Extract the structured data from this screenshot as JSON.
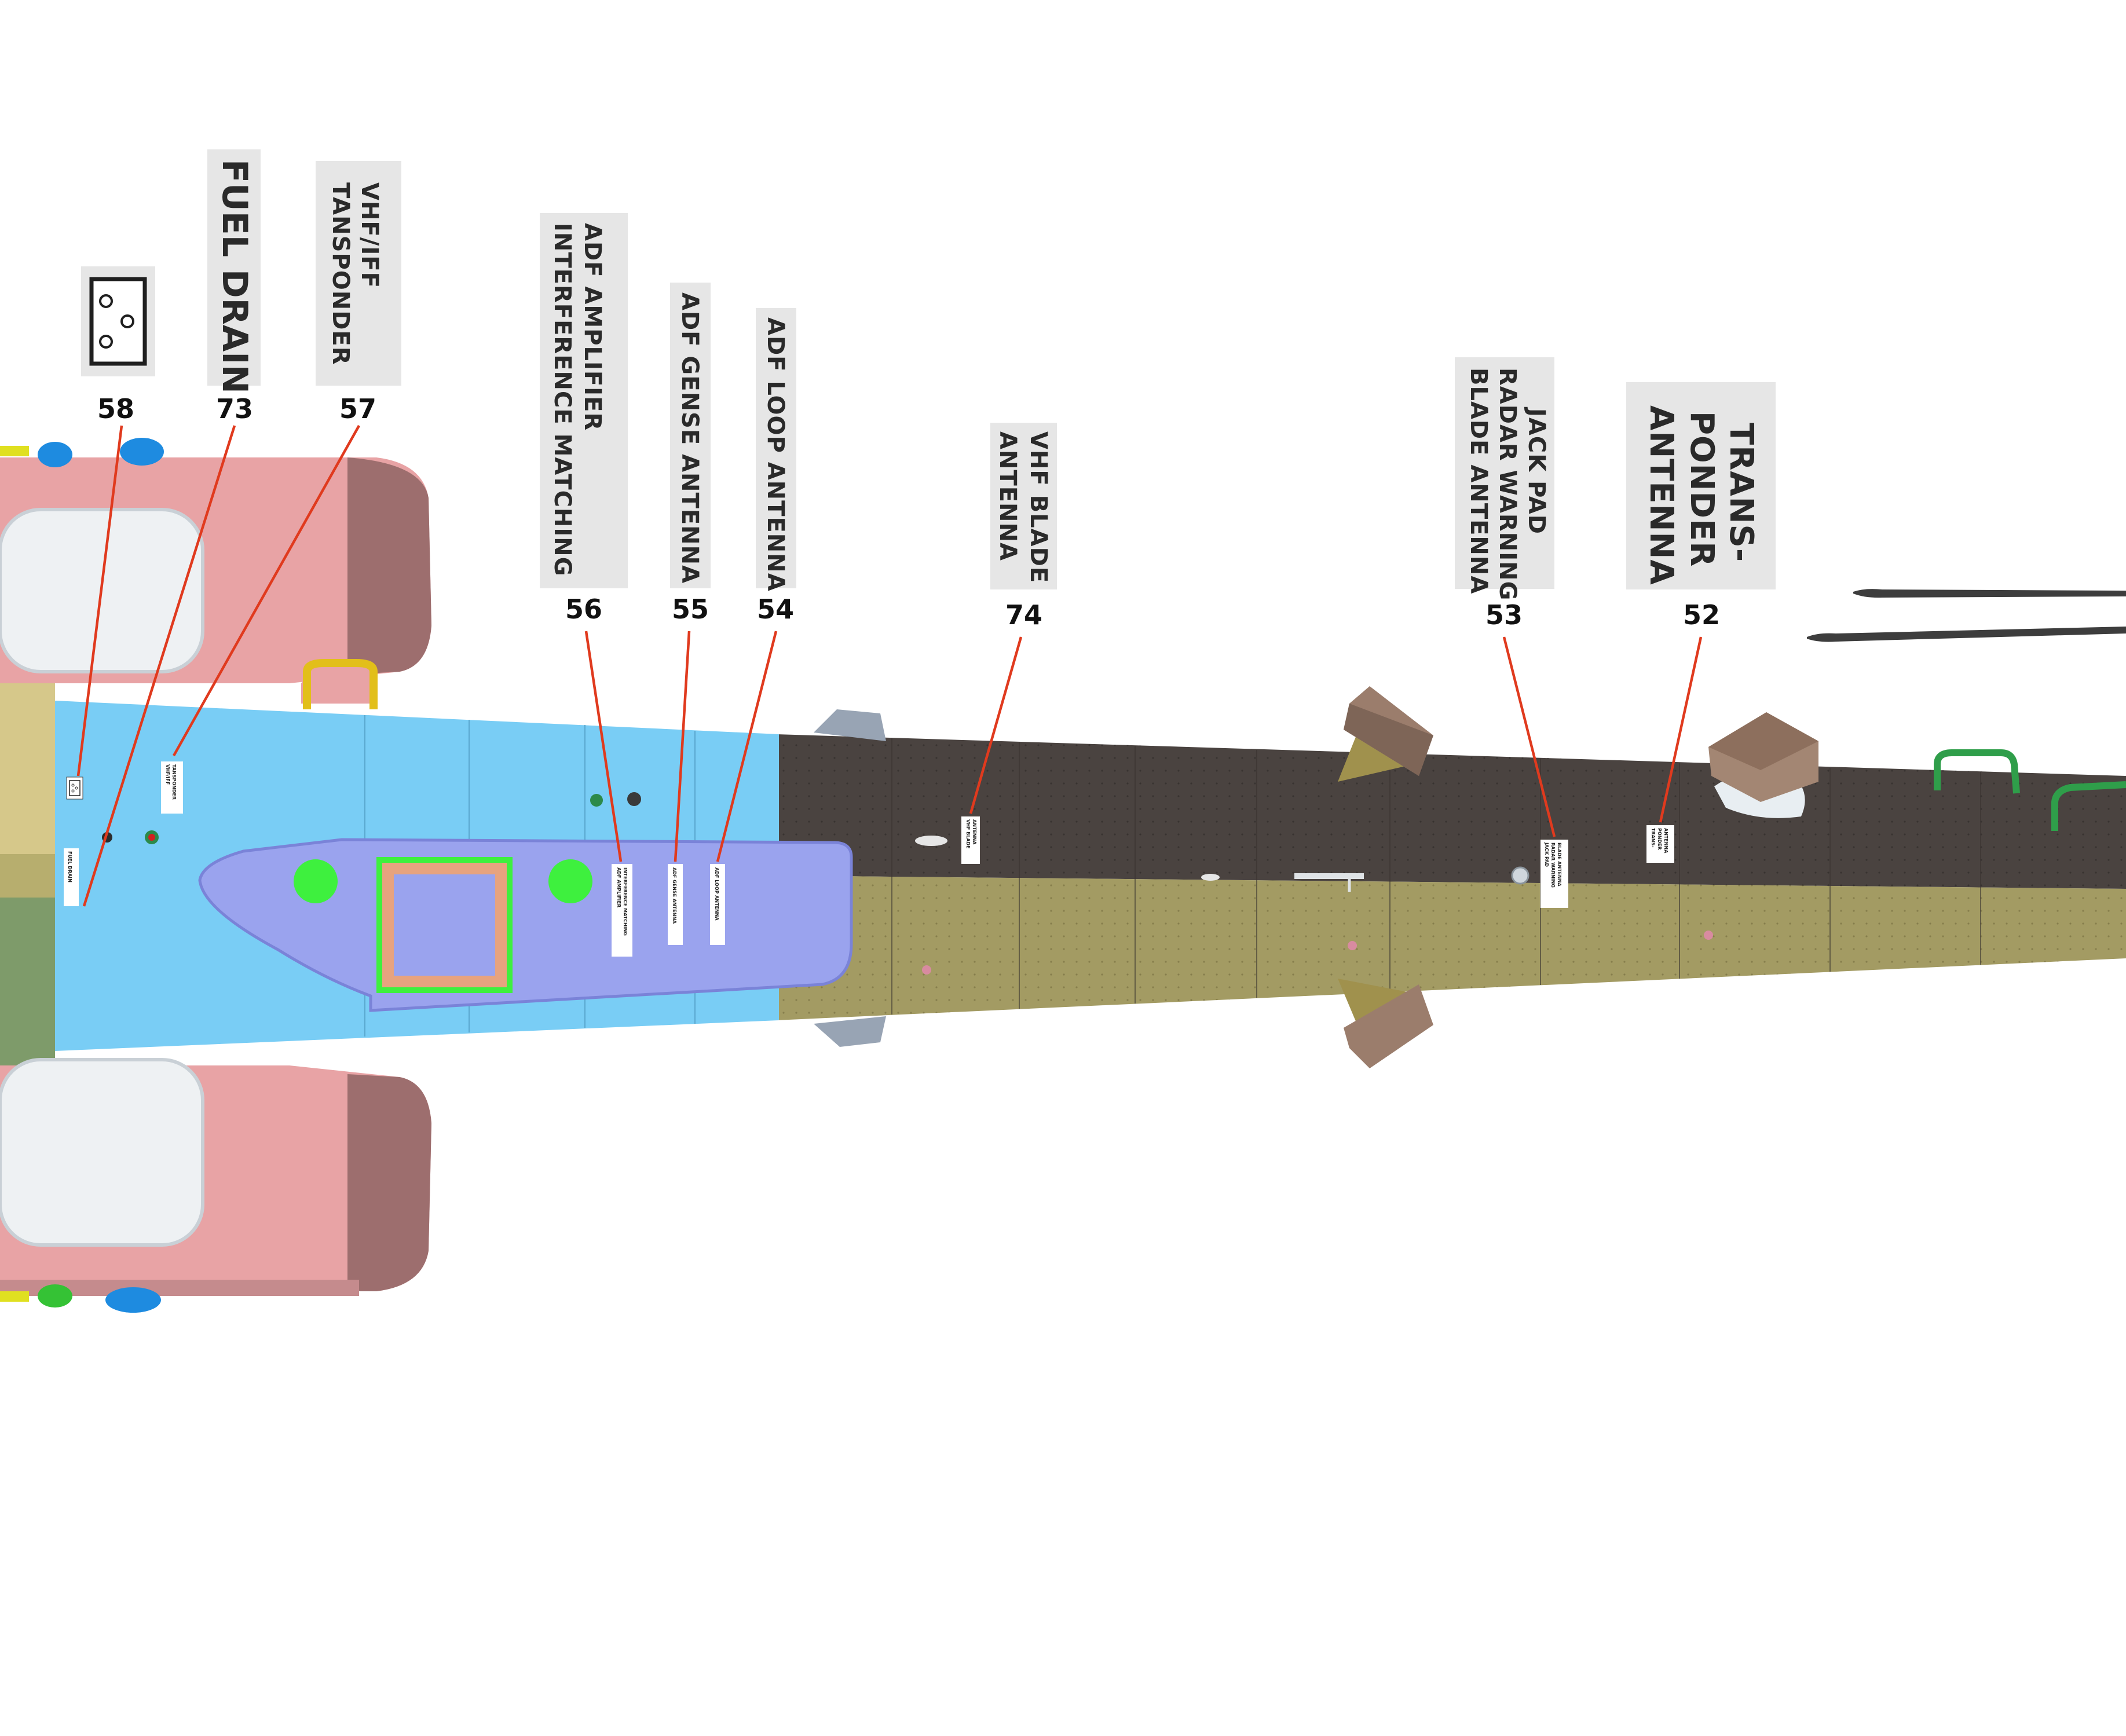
{
  "callouts": [
    {
      "id": "58",
      "symbol": "three-circle-marking"
    },
    {
      "id": "73",
      "lines": [
        "FUEL DRAIN"
      ]
    },
    {
      "id": "57",
      "lines": [
        "VHF/IFF",
        "TANSPONDER"
      ]
    },
    {
      "id": "56",
      "lines": [
        "ADF AMPLIFIER",
        "INTERFERENCE MATCHING"
      ]
    },
    {
      "id": "55",
      "lines": [
        "ADF GENSE ANTENNA"
      ]
    },
    {
      "id": "54",
      "lines": [
        "ADF LOOP ANTENNA"
      ]
    },
    {
      "id": "74",
      "lines": [
        "VHF BLADE",
        "ANTENNA"
      ]
    },
    {
      "id": "53",
      "lines": [
        "JACK PAD",
        "RADAR WARNING",
        "BLADE ANTENNA"
      ]
    },
    {
      "id": "52",
      "lines": [
        "TRANS-",
        "PONDER",
        "ANTENNA"
      ]
    }
  ],
  "colors": {
    "leader": "#e03a1e",
    "forward_fuselage": "#79cdf5",
    "tail_upper": "#4a4340",
    "tail_lower": "#a39b63",
    "sponson": "#e8a3a5",
    "fairing": "#9aa3ee"
  }
}
